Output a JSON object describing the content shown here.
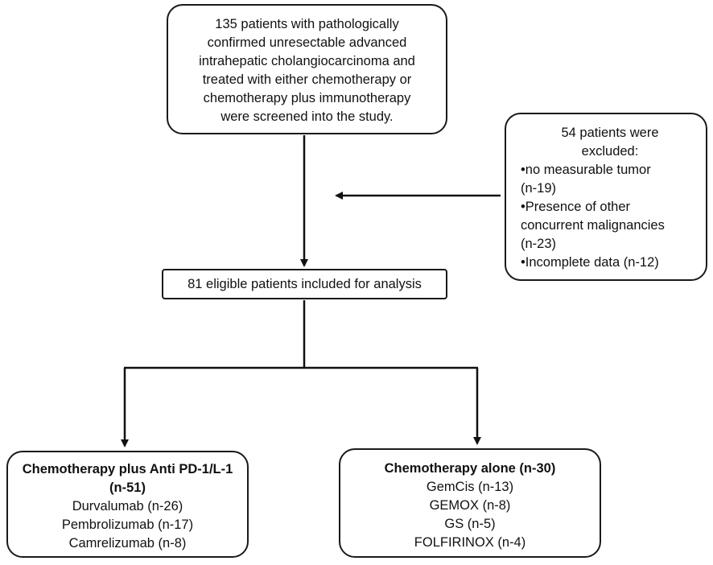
{
  "screening": {
    "lines": [
      "135 patients with pathologically",
      "confirmed unresectable advanced",
      "intrahepatic cholangiocarcinoma and",
      "treated with either chemotherapy or",
      "chemotherapy plus immunotherapy",
      "were screened into the study."
    ]
  },
  "excluded": {
    "title_lines": [
      "54 patients were",
      "excluded:"
    ],
    "reasons": [
      "•no measurable tumor",
      "(n-19)",
      "•Presence of other",
      "concurrent malignancies",
      "(n-23)",
      "•Incomplete data (n-12)"
    ]
  },
  "eligible": {
    "label": "81 eligible patients included for analysis"
  },
  "combo_arm": {
    "title_lines": [
      "Chemotherapy plus Anti PD-1/L-1",
      "(n-51)"
    ],
    "items": [
      "Durvalumab (n-26)",
      "Pembrolizumab (n-17)",
      "Camrelizumab (n-8)"
    ]
  },
  "chemo_arm": {
    "title": "Chemotherapy alone (n-30)",
    "items": [
      "GemCis (n-13)",
      "GEMOX (n-8)",
      "GS (n-5)",
      "FOLFIRINOX (n-4)"
    ]
  }
}
